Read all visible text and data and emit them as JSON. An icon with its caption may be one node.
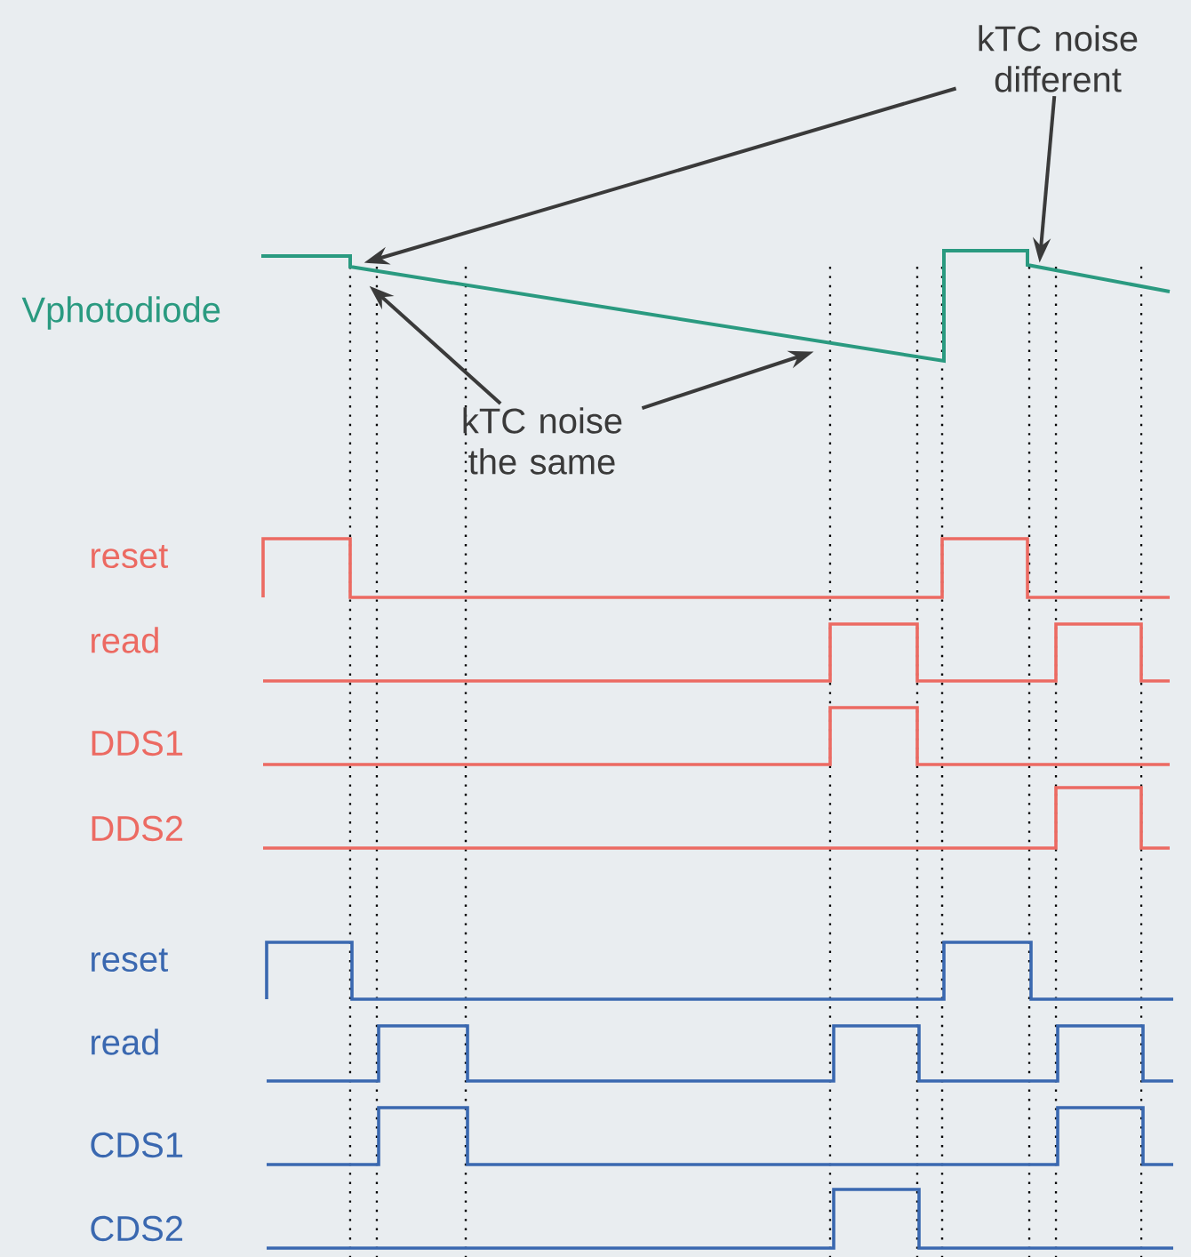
{
  "diagram": {
    "nodes": [
      {
        "text": [
          "kTC noise different"
        ]
      },
      {
        "text": [
          "kTC noise the same"
        ]
      },
      {
        "text": [],
        "shape": "picture"
      }
    ],
    "edges": [
      {
        "from": 0,
        "to": 2,
        "arrow": "to"
      },
      {
        "from": 0,
        "to": 2,
        "arrow": "to"
      },
      {
        "from": 1,
        "to": 2,
        "arrow": "to"
      },
      {
        "from": 1,
        "to": 2,
        "arrow": "to"
      }
    ],
    "labels": [
      "Vphotodiode",
      "reset",
      "read",
      "DDS1",
      "DDS2",
      "reset",
      "read",
      "CDS1",
      "CDS2"
    ]
  }
}
